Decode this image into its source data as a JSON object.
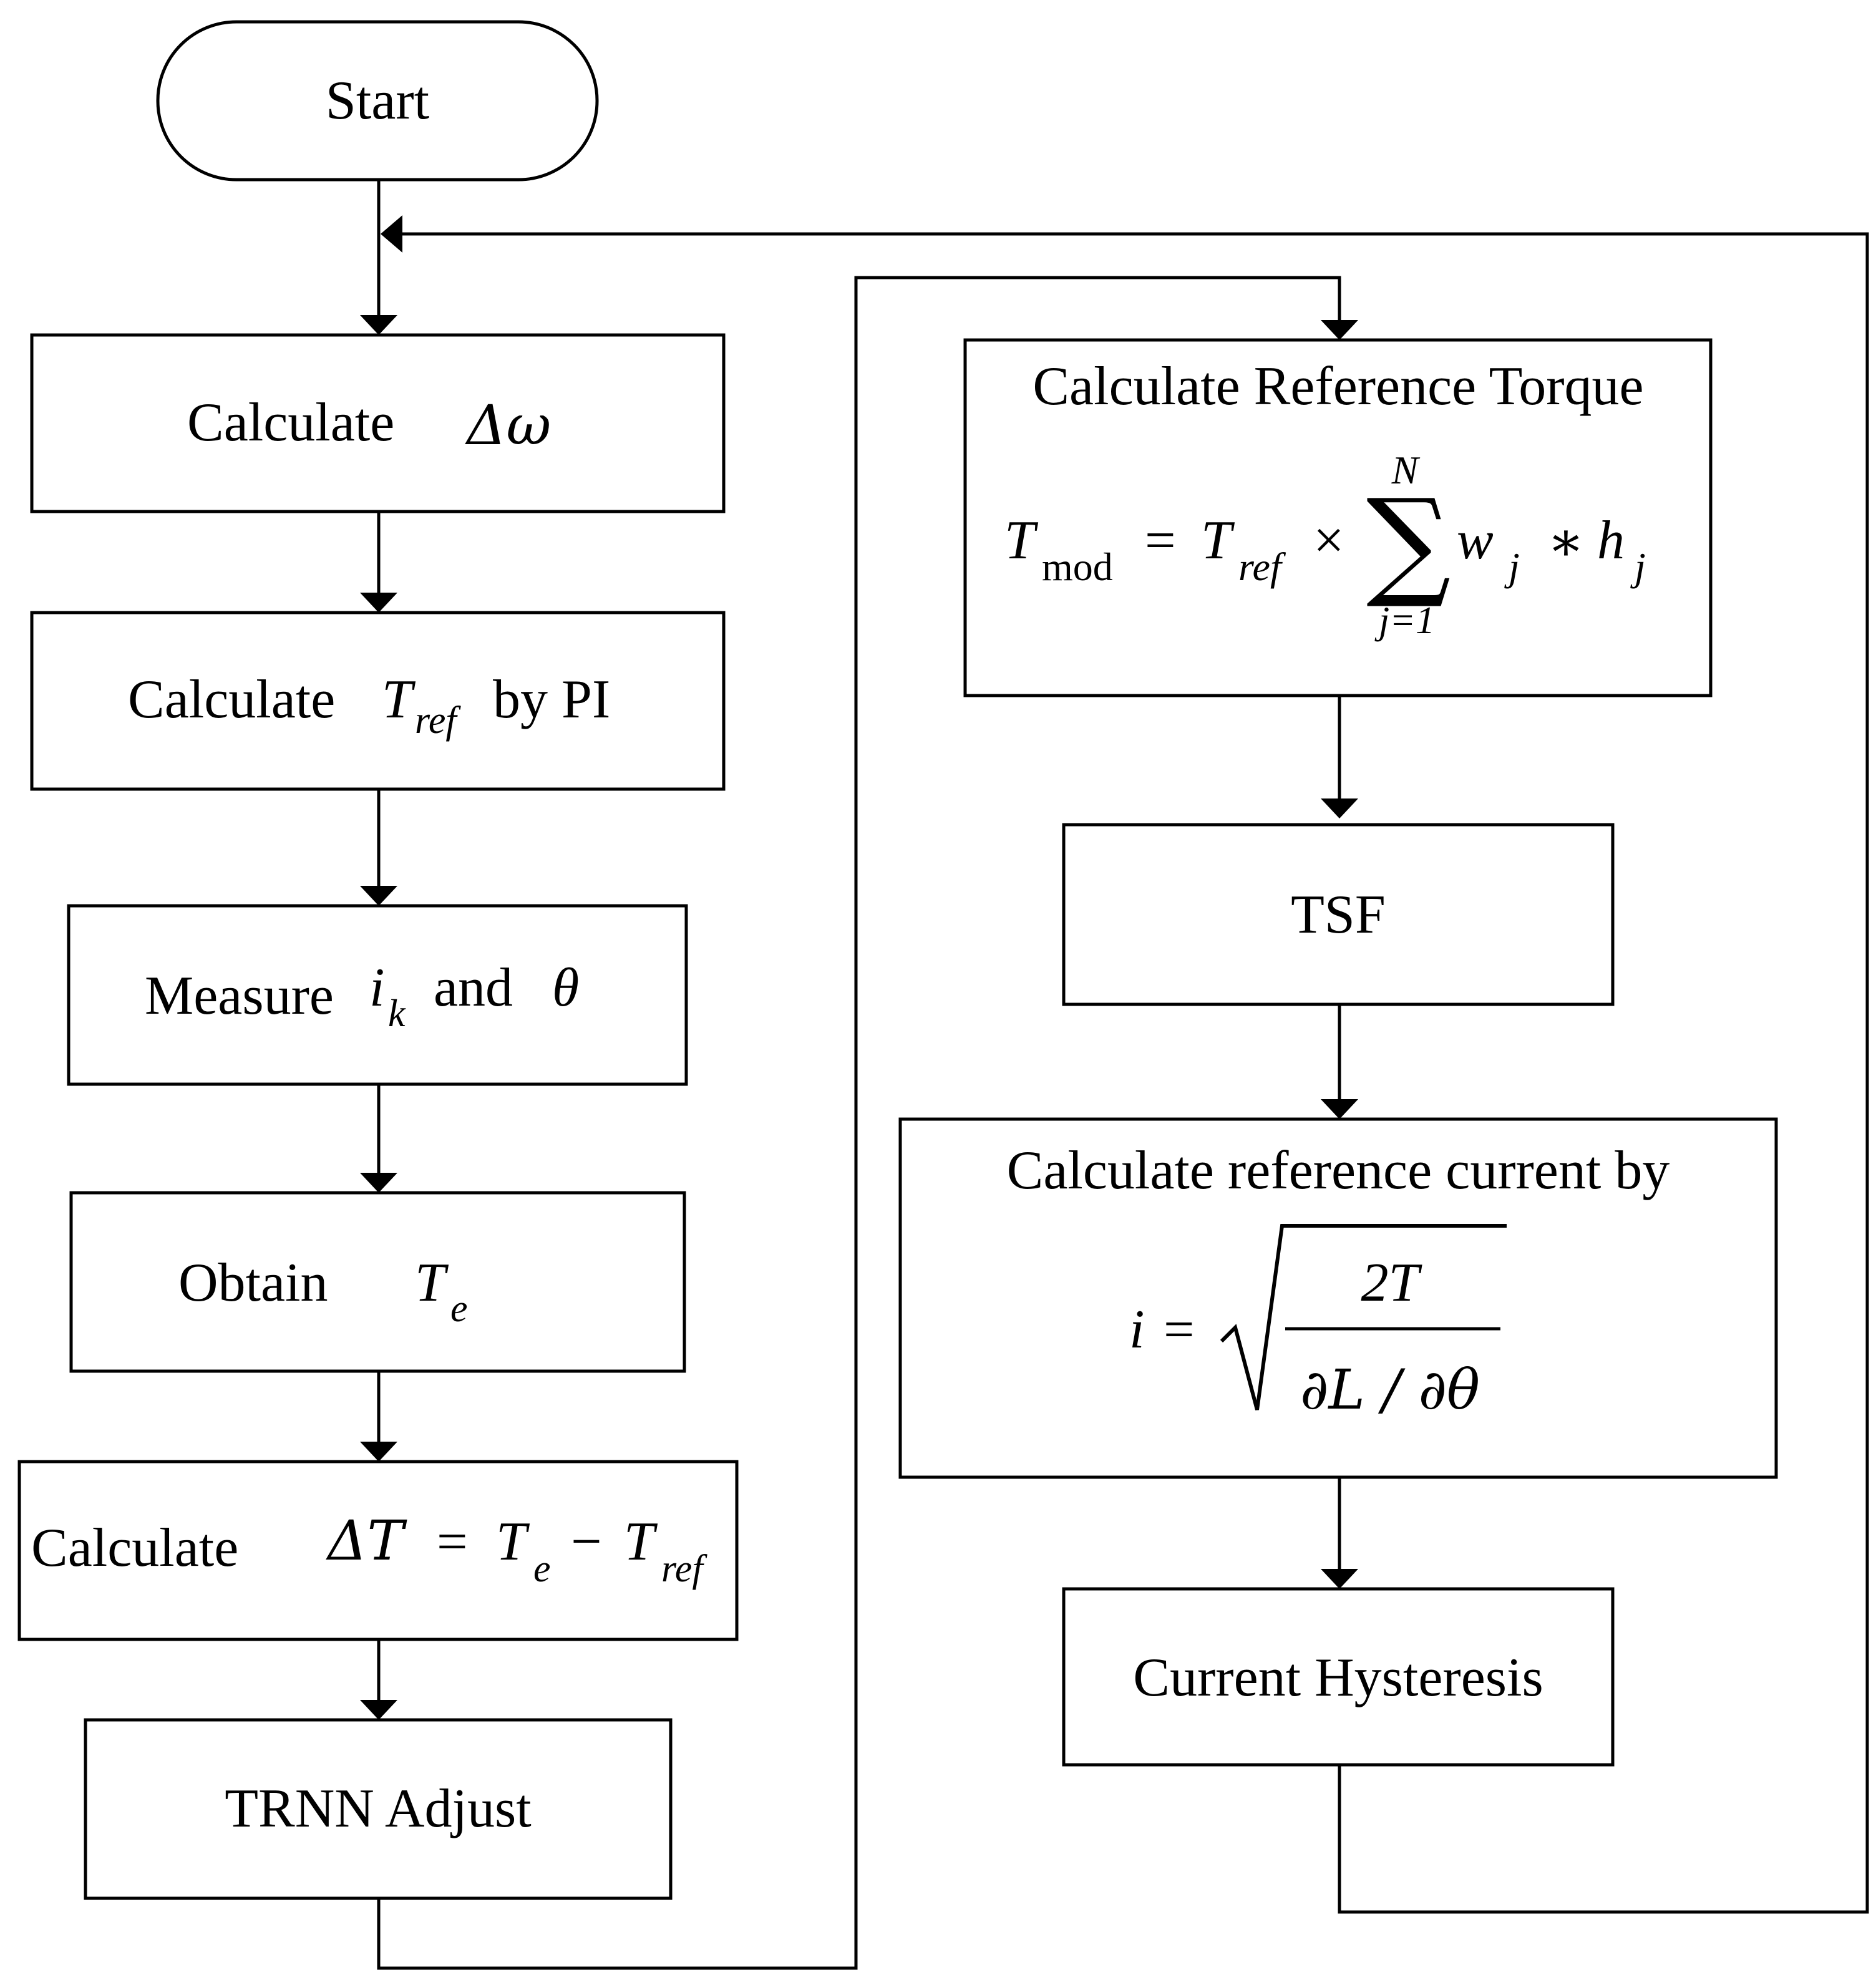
{
  "nodes": {
    "start": {
      "label": "Start"
    },
    "calc_delta_omega": {
      "word": "Calculate",
      "symbol": "Δω"
    },
    "calc_tref": {
      "word": "Calculate",
      "symbol_main": "T",
      "symbol_sub": "ref",
      "suffix": "by PI"
    },
    "measure": {
      "word": "Measure",
      "sym1_main": "i",
      "sym1_sub": "k",
      "conj": "and",
      "sym2": "θ"
    },
    "obtain": {
      "word": "Obtain",
      "sym_main": "T",
      "sym_sub": "e"
    },
    "calc_delta_t": {
      "word": "Calculate",
      "eq_lhs": "ΔT",
      "eq_sign": "=",
      "t1_main": "T",
      "t1_sub": "e",
      "minus": "−",
      "t2_main": "T",
      "t2_sub": "ref"
    },
    "trnn": {
      "label": "TRNN Adjust"
    },
    "ref_torque": {
      "title": "Calculate Reference Torque",
      "lhs_main": "T",
      "lhs_sub": "mod",
      "eq": "=",
      "tref_main": "T",
      "tref_sub": "ref",
      "times": "×",
      "sigma": "∑",
      "sum_upper": "N",
      "sum_lower": "j=1",
      "w_main": "w",
      "w_sub": "j",
      "star": "∗",
      "h_main": "h",
      "h_sub": "j"
    },
    "tsf": {
      "label": "TSF"
    },
    "ref_current": {
      "title": "Calculate reference current by",
      "lhs": "i",
      "eq": "=",
      "numerator": "2T",
      "denominator": "∂L / ∂θ"
    },
    "hysteresis": {
      "label": "Current Hysteresis"
    }
  }
}
